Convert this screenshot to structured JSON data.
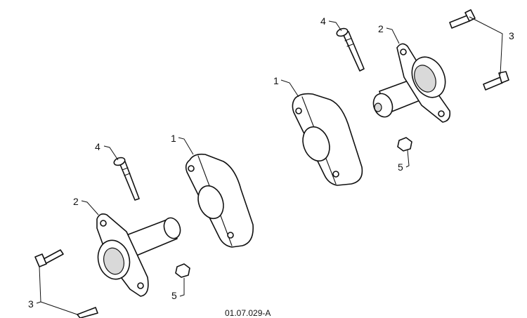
{
  "diagram": {
    "reference_code": "01.07.029-A",
    "callouts": {
      "spacer_upper": "1",
      "spacer_lower": "1",
      "flange_upper": "2",
      "flange_lower": "2",
      "bolt_right": "3",
      "bolt_left": "3",
      "pin_upper": "4",
      "pin_lower": "4",
      "nut_upper": "5",
      "nut_lower": "5"
    }
  }
}
